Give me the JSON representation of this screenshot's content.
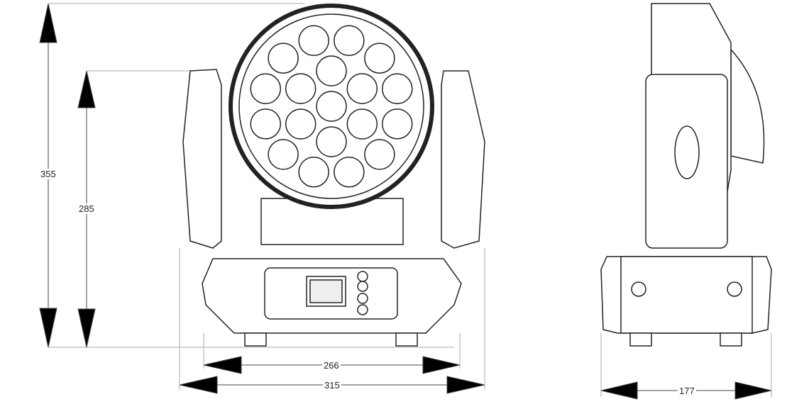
{
  "dimensions": {
    "total_height": "355",
    "yoke_height": "285",
    "base_width": "266",
    "total_width": "315",
    "side_depth": "177"
  },
  "colors": {
    "line": "#222222",
    "dim": "#444444"
  }
}
